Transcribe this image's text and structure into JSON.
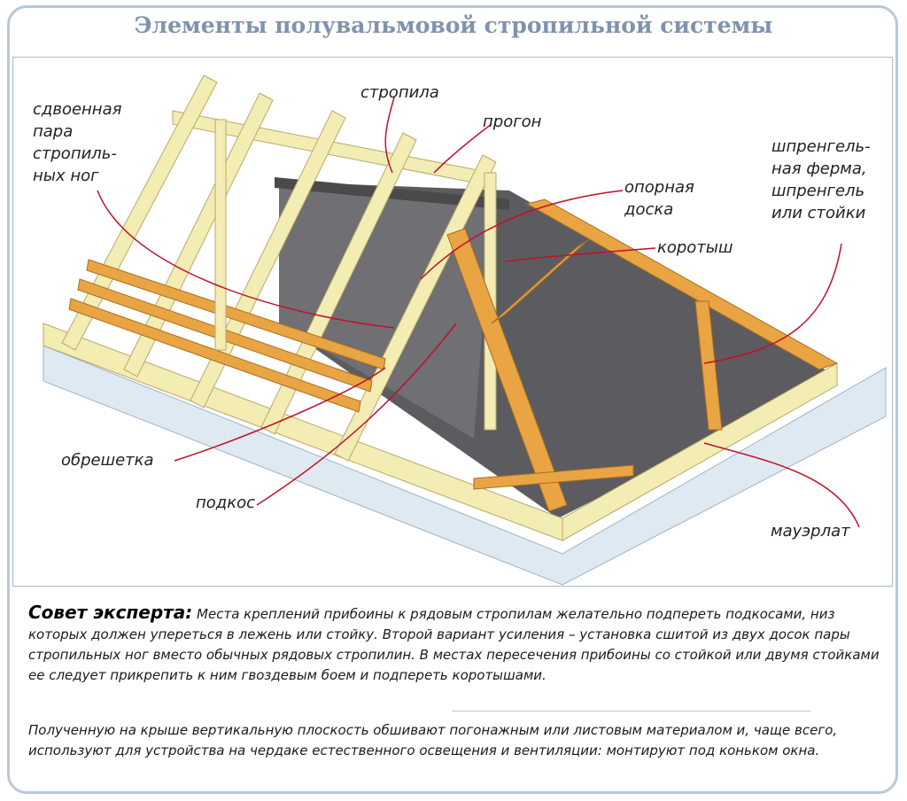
{
  "title": "Элементы полувальмовой стропильной системы",
  "labels": {
    "sdvoennaya": [
      "сдвоенная",
      "пара",
      "стропиль-",
      "ных ног"
    ],
    "stropila": "стропила",
    "progon": "прогон",
    "shprengel": [
      "шпренгель-",
      "ная ферма,",
      "шпренгель",
      "или стойки"
    ],
    "opornaya": [
      "опорная",
      "доска"
    ],
    "korotysh": "коротыш",
    "obreshetka": "обрешетка",
    "podkos": "подкос",
    "mauerlat": "мауэрлат"
  },
  "tip": {
    "heading": "Совет эксперта:",
    "text": "Места креплений прибоины к рядовым стропилам желательно подпереть подкосами, низ которых должен упереться в лежень или стойку. Второй вариант усиления – установка сшитой из двух досок пары стропильных ног вместо обычных рядовых стропилин. В местах пересечения прибоины со стойкой или двумя стойками ее следует прикрепить  к ним гвоздевым боем и подпереть коротышами.",
    "note": "Полученную на крыше вертикальную плоскость обшивают погонажным или листовым материалом и, чаще всего, используют для устройства на чердаке естественного освещения и вентиляции: монтируют под коньком окна."
  },
  "colors": {
    "title": "#7f93ad",
    "frame": "#b9c7d8",
    "wood_light": "#f3edb4",
    "wood_orange": "#e9a443",
    "wall_dark": "#5a5a5e",
    "slab": "#dfe9f2"
  }
}
